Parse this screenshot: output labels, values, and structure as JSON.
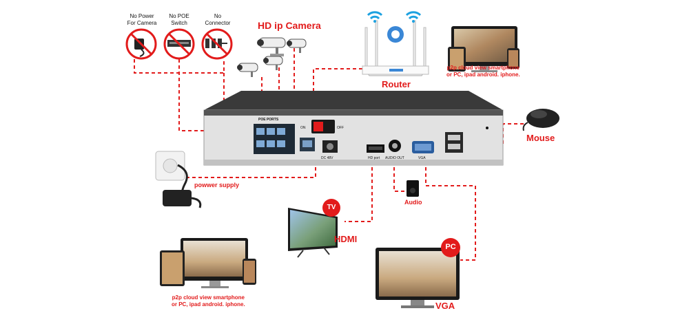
{
  "no_items": [
    {
      "label_line1": "No Power",
      "label_line2": "For Camera"
    },
    {
      "label_line1": "No POE",
      "label_line2": "Switch"
    },
    {
      "label_line1": "No",
      "label_line2": "Connector"
    }
  ],
  "camera_label": "HD ip Camera",
  "router_label": "Router",
  "p2p_top_line1": "p2p cloud view smartphone",
  "p2p_top_line2": "or PC, ipad android. iphone.",
  "mouse_label": "Mouse",
  "power_label": "powwer supply",
  "audio_label": "Audio",
  "tv_badge": "TV",
  "hdmi_label": "HDMI",
  "pc_badge": "PC",
  "vga_label": "VGA",
  "p2p_bottom_line1": "p2p cloud view smartphone",
  "p2p_bottom_line2": "or PC, ipad android. iphone.",
  "nvr_ports": {
    "poe_ports": "POE PORTS",
    "on": "ON",
    "off": "OFF",
    "dc": "DC 48V",
    "hdmi_port": "HD port",
    "audio_out": "AUDIO OUT",
    "vga": "VGA"
  },
  "colors": {
    "accent": "#e21b1b",
    "nvr_body": "#2e2e2e",
    "nvr_panel": "#d8d8d8"
  }
}
